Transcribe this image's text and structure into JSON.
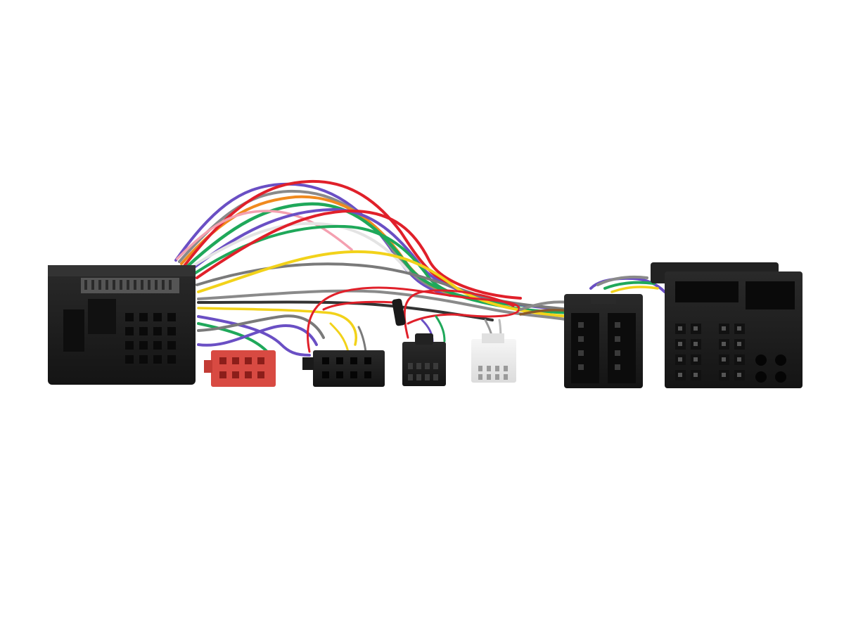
{
  "image": {
    "subject": "wiring-harness-adapter",
    "background_color": "#ffffff"
  },
  "colors": {
    "connector_black": "#1c1c1c",
    "connector_red": "#d84a42",
    "connector_white": "#eeeeee",
    "wire_red": "#e0202a",
    "wire_green": "#1fa85a",
    "wire_purple": "#6a4fc4",
    "wire_grey": "#7a7a7a",
    "wire_yellow": "#f2d21a",
    "wire_orange": "#f08a1e",
    "wire_white": "#e8e8e8",
    "wire_black": "#222222",
    "wire_pink": "#f4a0b0",
    "wire_blue": "#3a6fd0",
    "wire_brown": "#8a5a2a"
  },
  "connectors": [
    {
      "name": "quadlock-female-connector",
      "color": "black"
    },
    {
      "name": "iso-mini-red-connector",
      "color": "red"
    },
    {
      "name": "iso-mini-black-connector",
      "color": "black"
    },
    {
      "name": "small-black-plug",
      "color": "black"
    },
    {
      "name": "small-white-plug",
      "color": "white"
    },
    {
      "name": "iso-male-power-speaker-connector",
      "color": "black"
    },
    {
      "name": "quadlock-male-connector",
      "color": "black"
    }
  ]
}
